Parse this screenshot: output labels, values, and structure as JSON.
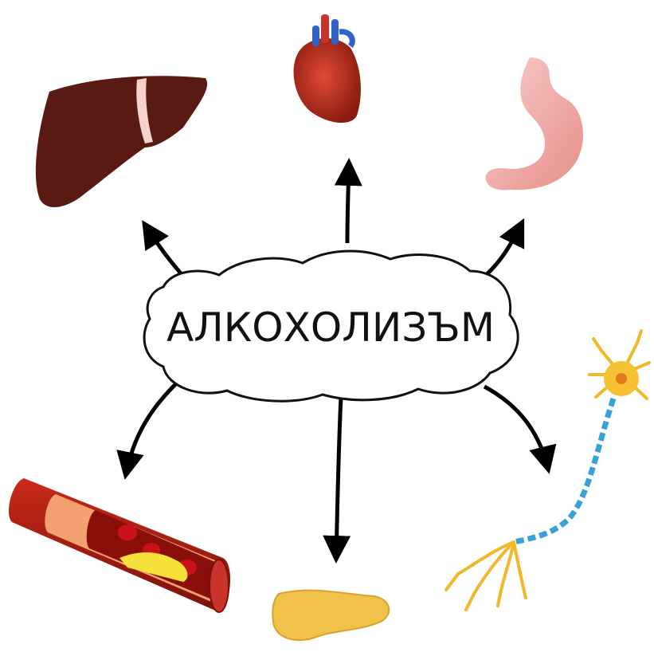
{
  "center": {
    "label": "АЛКОХОЛИЗЪМ"
  },
  "organs": [
    {
      "name": "liver",
      "icon": "liver-icon"
    },
    {
      "name": "heart",
      "icon": "heart-icon"
    },
    {
      "name": "stomach",
      "icon": "stomach-icon"
    },
    {
      "name": "neuron",
      "icon": "neuron-icon"
    },
    {
      "name": "pancreas",
      "icon": "pancreas-icon"
    },
    {
      "name": "blood-vessel",
      "icon": "blood-vessel-icon"
    }
  ],
  "colors": {
    "liver": "#5a1a14",
    "heart": "#b52a1c",
    "stomach": "#f3b3b0",
    "neuron_body": "#f6c234",
    "neuron_axon": "#3aa0d8",
    "pancreas": "#f0c24a",
    "vessel_outer": "#9a1a10",
    "vessel_inner": "#f4a070",
    "arrow": "#000000"
  }
}
